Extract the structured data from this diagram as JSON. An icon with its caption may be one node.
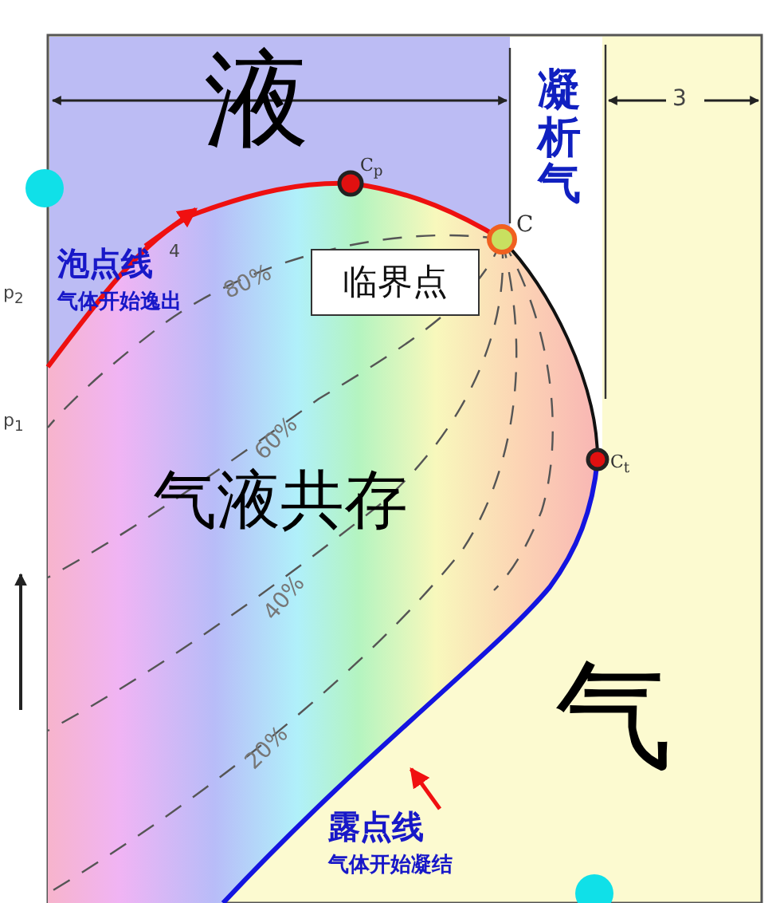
{
  "diagram": {
    "nodes": [
      {
        "text": [
          "临界点"
        ]
      },
      {
        "text": [
          "泡点线",
          "气体开始逸出"
        ]
      },
      {
        "text": [
          "露点线",
          "气体开始凝结"
        ]
      }
    ],
    "edges": [
      {
        "from": 1,
        "to": null,
        "arrow": "to"
      },
      {
        "from": 2,
        "to": null,
        "arrow": "to"
      }
    ],
    "labels": [
      "液",
      "3",
      "凝析气",
      "C$_{p}$",
      "C",
      "4",
      "p$_{2}$",
      "80%",
      "p$_{1}$",
      "60%",
      "气液共存",
      "C$_{t}$",
      "40%",
      "气",
      "20%"
    ]
  }
}
